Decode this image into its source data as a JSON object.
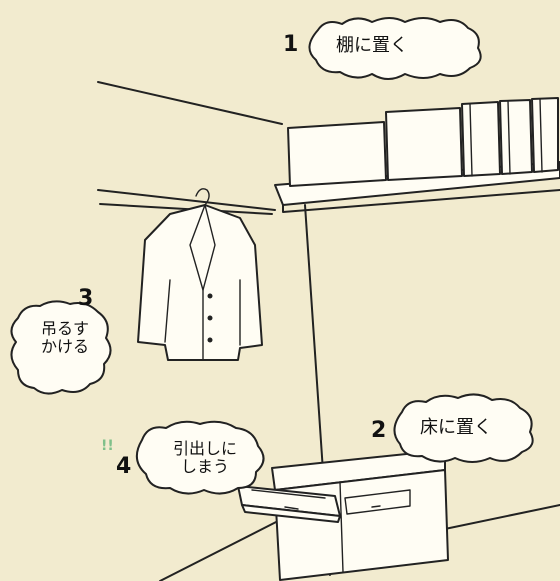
{
  "labels": [
    {
      "number": "1",
      "caption": "棚に置く"
    },
    {
      "number": "2",
      "caption": "床に置く"
    },
    {
      "number": "3",
      "caption": "吊るす かける",
      "lines": [
        "吊るす",
        "かける"
      ]
    },
    {
      "number": "4",
      "caption": "引出しに しまう",
      "lines": [
        "引出しに",
        "しまう"
      ]
    }
  ],
  "mark": "!!",
  "colors": {
    "paper": "#f2ebcf",
    "ink": "#222222",
    "ghost_text": "#c9c2a6",
    "mark": "#7fc08a"
  }
}
